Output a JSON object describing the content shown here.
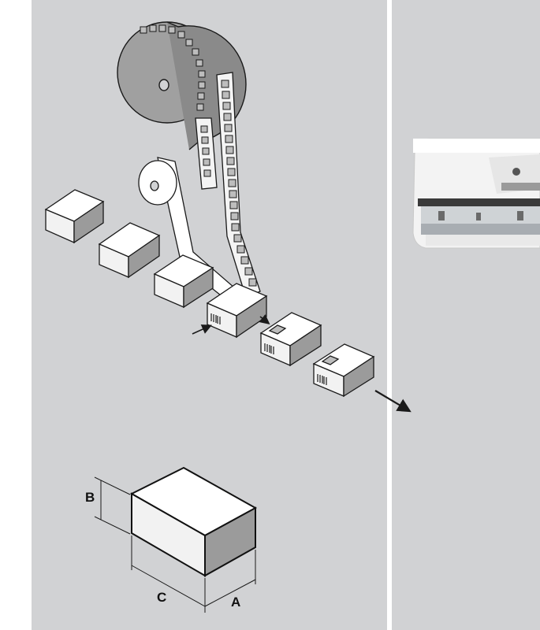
{
  "dimension_labels": {
    "height": "B",
    "length": "C",
    "width": "A"
  },
  "colors": {
    "panel_background": "#d1d2d4",
    "box_top": "#ffffff",
    "box_front": "#f2f2f2",
    "box_side": "#9b9b9b",
    "line": "#1a1a1a"
  }
}
